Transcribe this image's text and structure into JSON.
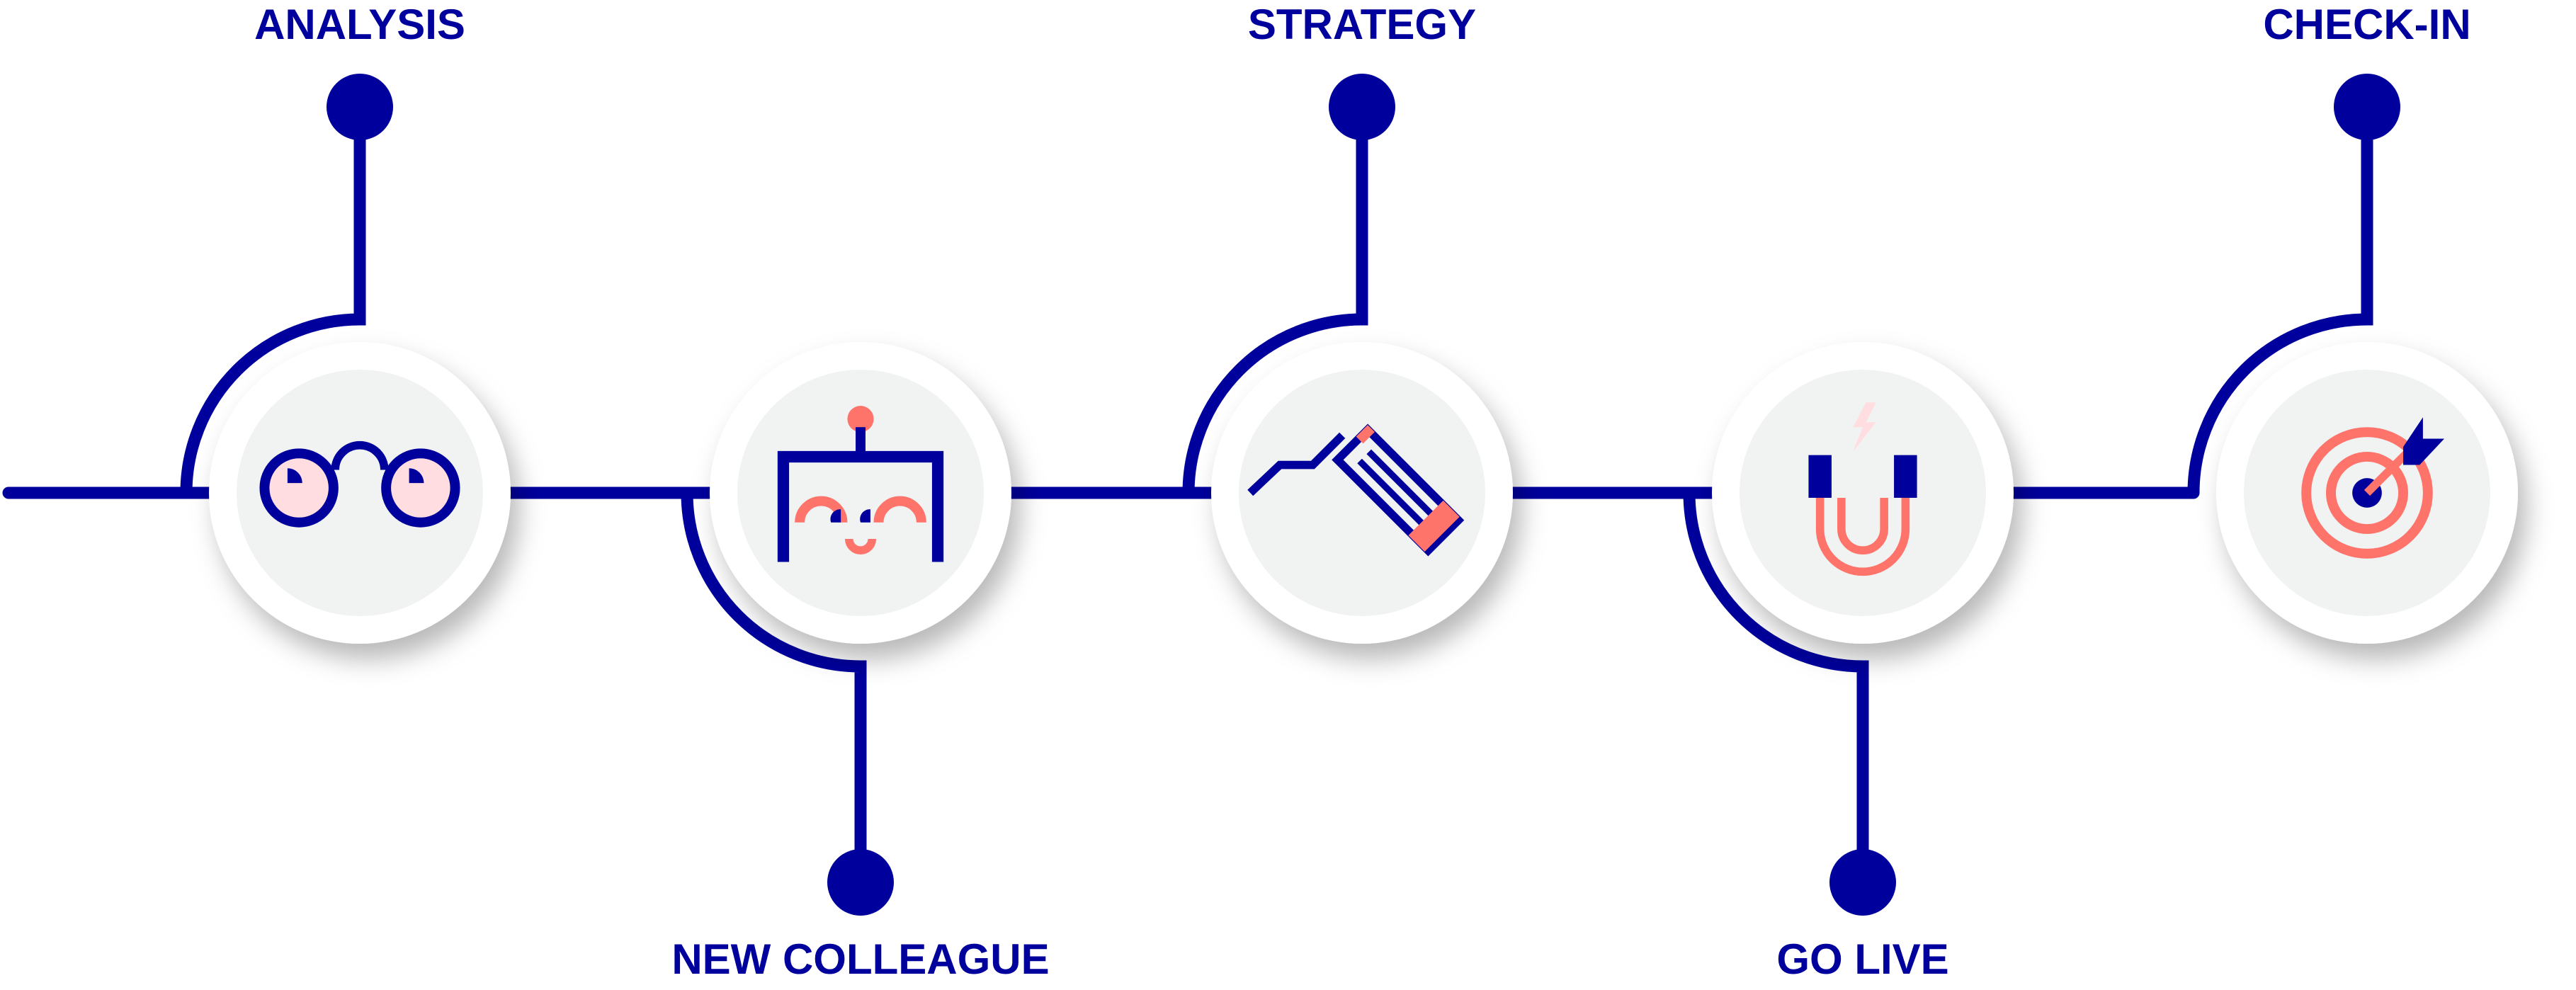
{
  "colors": {
    "navy": "#00009C",
    "coral": "#FF746A",
    "pink": "#FFDDE0",
    "gray": "#F1F2F2"
  },
  "steps": [
    {
      "label": "ANALYSIS",
      "position": "top",
      "icon": "glasses-icon"
    },
    {
      "label": "NEW COLLEAGUE",
      "position": "bottom",
      "icon": "robot-face-icon"
    },
    {
      "label": "STRATEGY",
      "position": "top",
      "icon": "pencil-icon"
    },
    {
      "label": "GO LIVE",
      "position": "bottom",
      "icon": "magnet-icon"
    },
    {
      "label": "CHECK-IN",
      "position": "top",
      "icon": "target-icon"
    }
  ]
}
